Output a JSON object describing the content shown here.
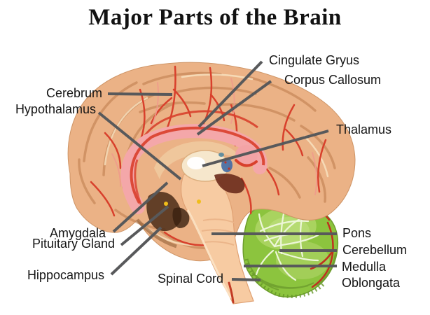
{
  "title": "Major Parts of the Brain",
  "labels": [
    {
      "id": "cerebrum",
      "text": "Cerebrum"
    },
    {
      "id": "hypothalamus",
      "text": "Hypothalamus"
    },
    {
      "id": "cingulate-gyrus",
      "text": "Cingulate Gryus"
    },
    {
      "id": "corpus-callosum",
      "text": "Corpus Callosum"
    },
    {
      "id": "thalamus",
      "text": "Thalamus"
    },
    {
      "id": "amygdala",
      "text": "Amygdala"
    },
    {
      "id": "pituitary-gland",
      "text": "Pituitary Gland"
    },
    {
      "id": "hippocampus",
      "text": "Hippocampus"
    },
    {
      "id": "spinal-cord",
      "text": "Spinal Cord"
    },
    {
      "id": "pons",
      "text": "Pons"
    },
    {
      "id": "cerebellum",
      "text": "Cerebellum"
    },
    {
      "id": "medulla-oblongata",
      "text": "Medulla Oblongata"
    }
  ],
  "colors": {
    "background": "#ffffff",
    "label_text": "#151515",
    "leader_line": "#58595b",
    "cortex_tan": "#ebb286",
    "cortex_shadow": "#c98b58",
    "vessel_red": "#d8402c",
    "corpus_callosum_pink": "#f4a7a9",
    "thalamus_cream": "#f6e7cc",
    "brainstem_peach": "#f7cba2",
    "cerebellum_green": "#8cc43e",
    "cerebellum_light_green": "#a9d35f",
    "pineal_blue": "#4a6fa3",
    "dark_fissure": "#4a2a16"
  }
}
